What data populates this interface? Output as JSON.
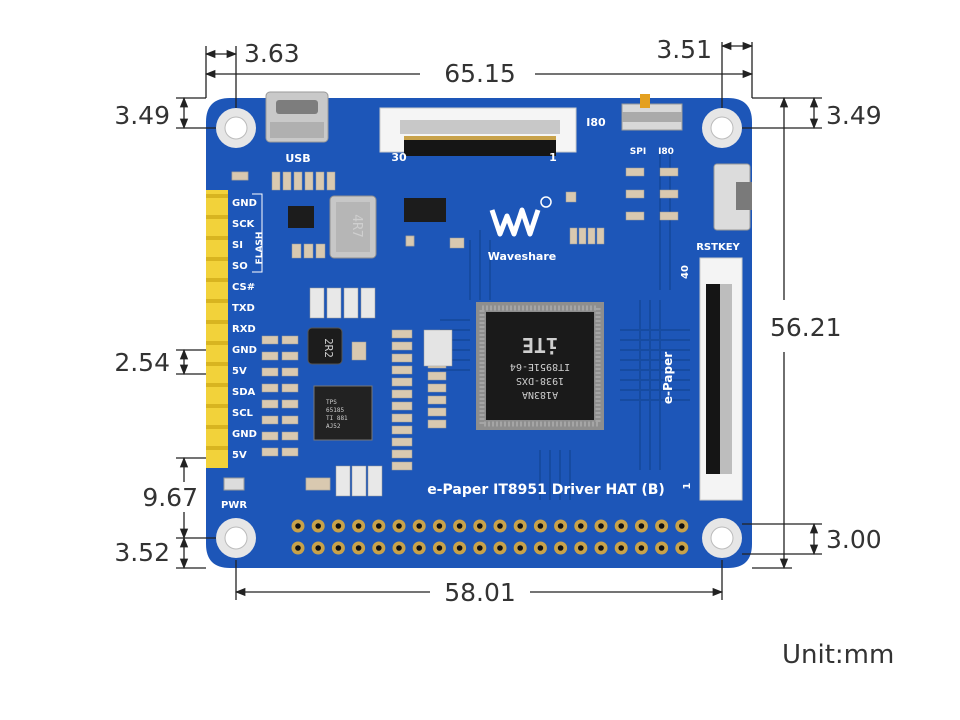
{
  "diagram": {
    "dimensions": {
      "top_left_hole_offset": "3.63",
      "top_width": "65.15",
      "top_right_hole_offset": "3.51",
      "left_top_hole_offset": "3.49",
      "right_top_hole_offset": "3.49",
      "right_height": "56.21",
      "header_pitch": "2.54",
      "header_to_bottom": "9.67",
      "left_bottom_hole_offset": "3.52",
      "right_bottom_hole_offset": "3.00",
      "bottom_width": "58.01"
    },
    "unit_label": "Unit:mm"
  },
  "board": {
    "title": "e-Paper IT8951 Driver HAT (B)",
    "brand": "Waveshare",
    "usb_label": "USB",
    "fpc30_left": "30",
    "fpc30_right": "1",
    "i80_top": "I80",
    "switch_left": "SPI",
    "switch_right": "I80",
    "rstkey": "RSTKEY",
    "epaper": "e-Paper",
    "fpc40_top": "40",
    "fpc40_bottom": "1",
    "pwr": "PWR",
    "flash": "FLASH",
    "inductor1": "4R7",
    "inductor2": "2R2",
    "chip_lines": [
      "A183NA",
      "1938-DXS",
      "IT8951E-64"
    ],
    "chip_logo": "iTE",
    "pmic_lines": [
      "TPS",
      "65185",
      "TI  881",
      "AJ52"
    ],
    "pins": [
      "GND",
      "SCK",
      "SI",
      "SO",
      "CS#",
      "TXD",
      "RXD",
      "GND",
      "5V",
      "SDA",
      "SCL",
      "GND",
      "5V"
    ]
  },
  "colors": {
    "pcb": "#1d56b8",
    "pcb_dark": "#164a9f",
    "header_pin": "#f2d23a",
    "hole_ring": "#d9d9d9",
    "gold_pad": "#c8a24a"
  }
}
